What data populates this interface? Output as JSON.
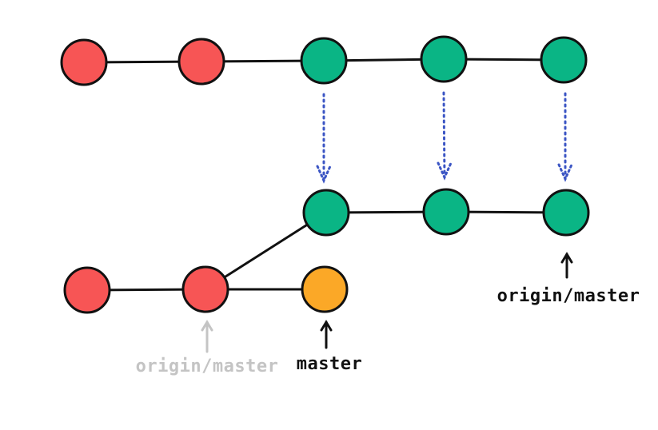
{
  "colors": {
    "old_commit": "#f75555",
    "new_commit": "#0ab585",
    "local_commit": "#fba827",
    "outline": "#111111",
    "copy_arrow": "#3b55c4",
    "stale_label": "#c4c4c4",
    "current_label": "#111111"
  },
  "labels": {
    "stale_origin_master": "origin/master",
    "master": "master",
    "origin_master": "origin/master"
  }
}
